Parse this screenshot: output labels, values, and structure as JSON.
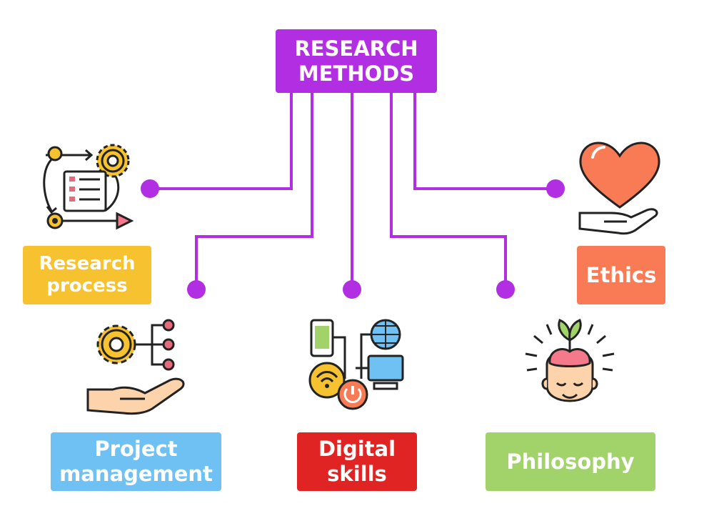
{
  "title": "RESEARCH\nMETHODS",
  "nodes": {
    "research_process": "Research\nprocess",
    "ethics": "Ethics",
    "project_management": "Project\nmanagement",
    "digital_skills": "Digital\nskills",
    "philosophy": "Philosophy"
  },
  "colors": {
    "connector": "#b22ee3",
    "root": "#b22ee3",
    "research_process": "#f7c22f",
    "ethics": "#f97b56",
    "project_management": "#6fc1f3",
    "digital_skills": "#e02323",
    "philosophy": "#a2d26a"
  },
  "icons": {
    "research_process": "process-cycle-icon",
    "ethics": "heart-in-hand-icon",
    "project_management": "gear-network-hand-icon",
    "digital_skills": "devices-network-icon",
    "philosophy": "mind-growth-icon"
  }
}
